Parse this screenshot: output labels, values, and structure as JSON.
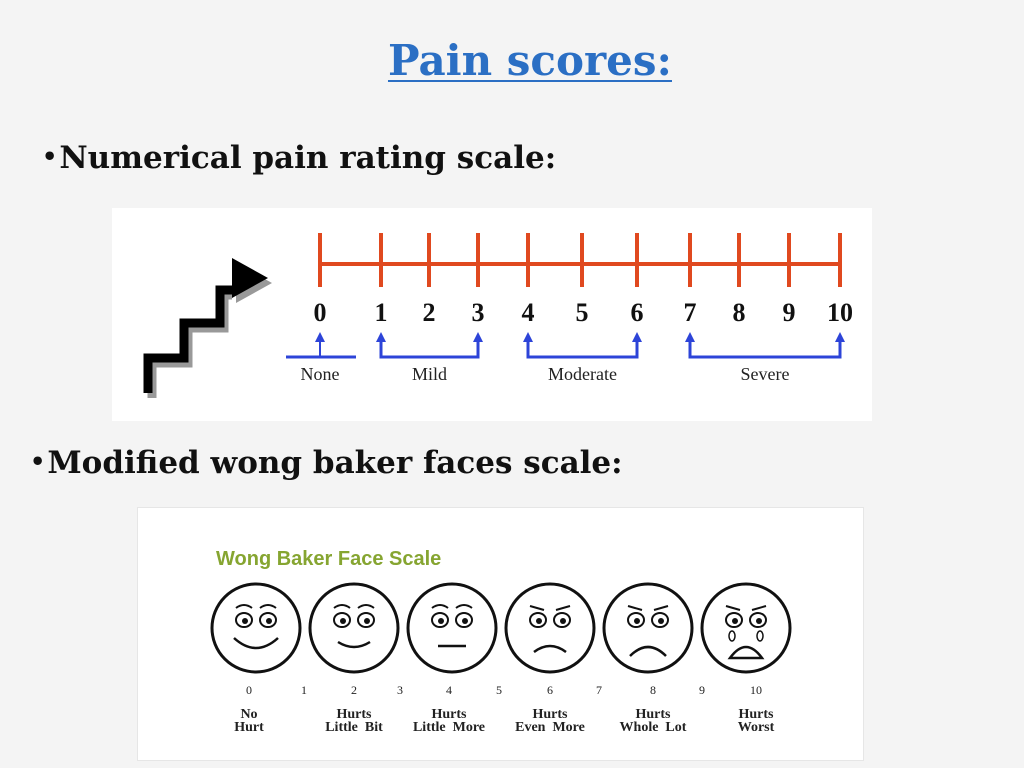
{
  "title": "Pain scores:",
  "bullets": {
    "numerical": "Numerical pain rating scale:",
    "wong": "Modified wong baker faces scale:"
  },
  "bullet_char": "•",
  "nprs": {
    "numbers": [
      "0",
      "1",
      "2",
      "3",
      "4",
      "5",
      "6",
      "7",
      "8",
      "9",
      "10"
    ],
    "groups": [
      "None",
      "Mild",
      "Moderate",
      "Severe"
    ],
    "line_color": "#e0491f",
    "group_color": "#2d44d8"
  },
  "wong": {
    "title": "Wong Baker Face Scale",
    "title_color": "#86a531",
    "scores": [
      "0",
      "1",
      "2",
      "3",
      "4",
      "5",
      "6",
      "7",
      "8",
      "9",
      "10"
    ],
    "faces": [
      {
        "line1": "No",
        "line2": "Hurt",
        "expression": "very happy"
      },
      {
        "line1": "Hurts",
        "line2": "Little  Bit",
        "expression": "happy"
      },
      {
        "line1": "Hurts",
        "line2": "Little  More",
        "expression": "neutral"
      },
      {
        "line1": "Hurts",
        "line2": "Even  More",
        "expression": "sad"
      },
      {
        "line1": "Hurts",
        "line2": "Whole  Lot",
        "expression": "very sad"
      },
      {
        "line1": "Hurts",
        "line2": "Worst",
        "expression": "crying"
      }
    ]
  }
}
